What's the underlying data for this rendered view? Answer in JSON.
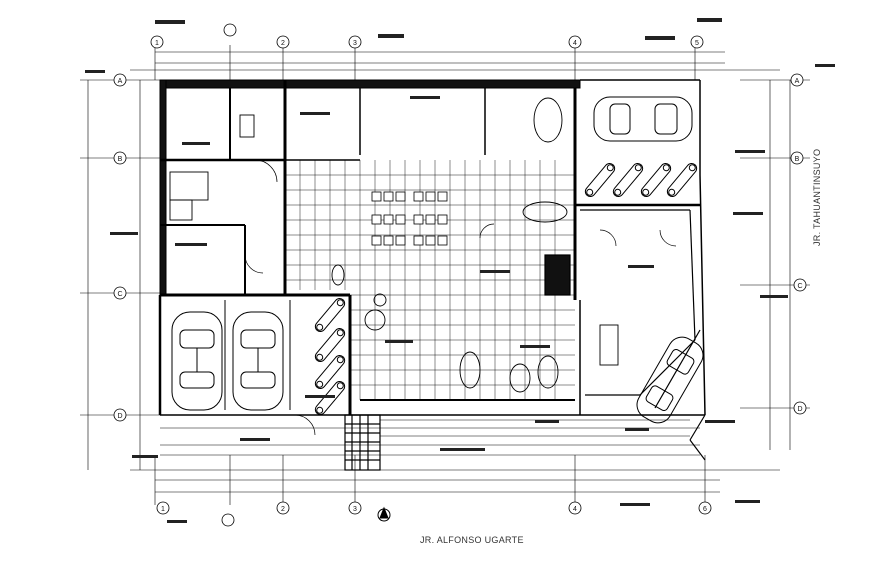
{
  "streets": {
    "bottom": "JR. ALFONSO UGARTE",
    "right": "JR. TAHUANTINSUYO"
  },
  "grid_axes": {
    "columns": [
      "1",
      "2",
      "3",
      "4",
      "5",
      "6"
    ],
    "rows": [
      "A",
      "B",
      "C",
      "D"
    ]
  },
  "colors": {
    "line": "#000000",
    "background": "#ffffff",
    "annotation": "#222222"
  }
}
